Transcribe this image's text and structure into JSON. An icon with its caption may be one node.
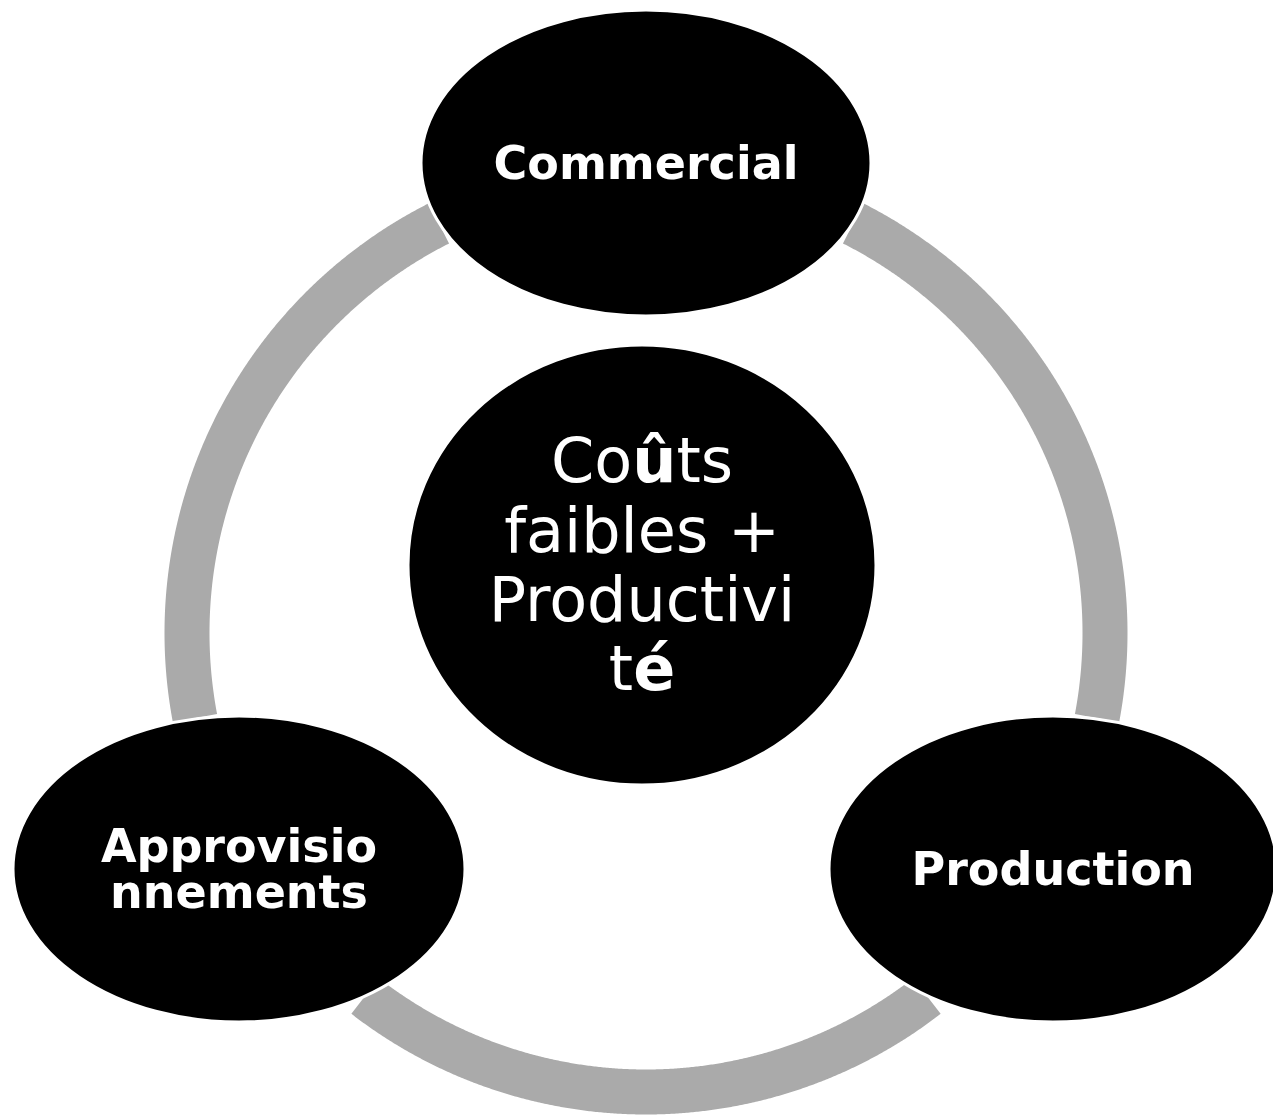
{
  "diagram": {
    "nodes": [
      {
        "text": [
          "Commercial"
        ]
      },
      {
        "text": [
          "Co**û**ts faibles + Productivit**é**"
        ]
      },
      {
        "text": [
          "Approvisionnements"
        ]
      },
      {
        "text": [
          "Production"
        ]
      }
    ],
    "edges": [
      {
        "from": 0,
        "to": 3,
        "arrow": "none"
      },
      {
        "from": 3,
        "to": 2,
        "arrow": "none"
      },
      {
        "from": 2,
        "to": 0,
        "arrow": "none"
      }
    ]
  }
}
